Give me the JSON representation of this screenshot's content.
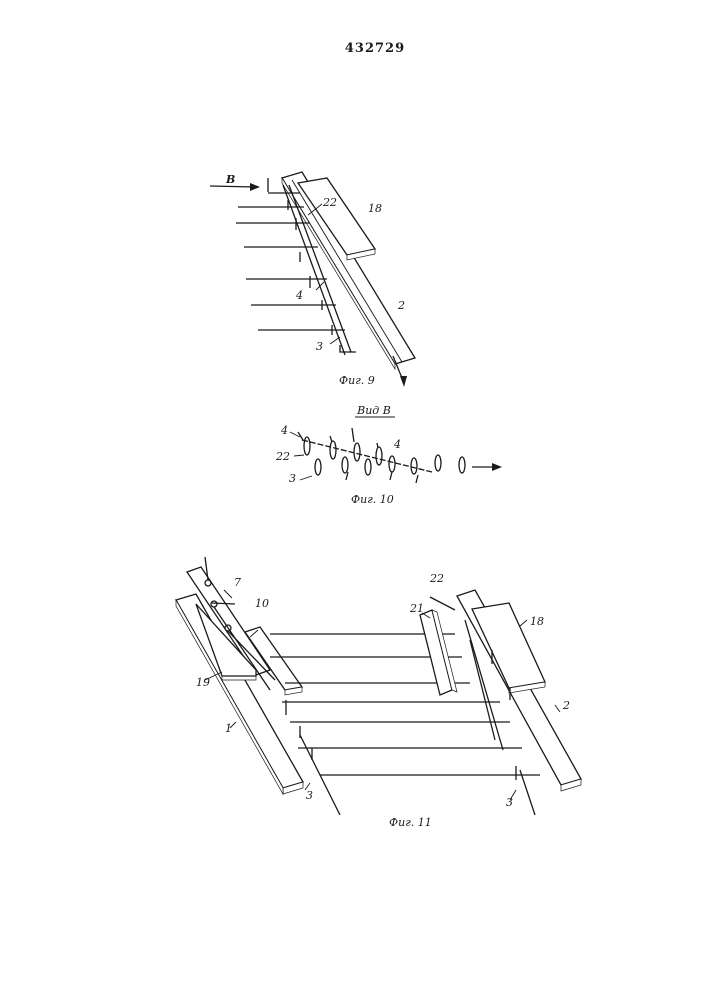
{
  "document": {
    "patent_number": "432729"
  },
  "fig9": {
    "caption": "Фиг. 9",
    "view_marker": "В",
    "labels": {
      "l18": "18",
      "l22": "22",
      "l4": "4",
      "l2": "2",
      "l3": "3"
    }
  },
  "fig10": {
    "caption": "Фиг. 10",
    "title": "Вид В",
    "labels": {
      "l4a": "4",
      "l4b": "4",
      "l22": "22",
      "l3": "3"
    }
  },
  "fig11": {
    "caption": "Фиг. 11",
    "labels": {
      "l7": "7",
      "l10": "10",
      "l19": "19",
      "l1": "1",
      "l3a": "3",
      "l22": "22",
      "l21": "21",
      "l18": "18",
      "l2": "2",
      "l3b": "3"
    }
  }
}
